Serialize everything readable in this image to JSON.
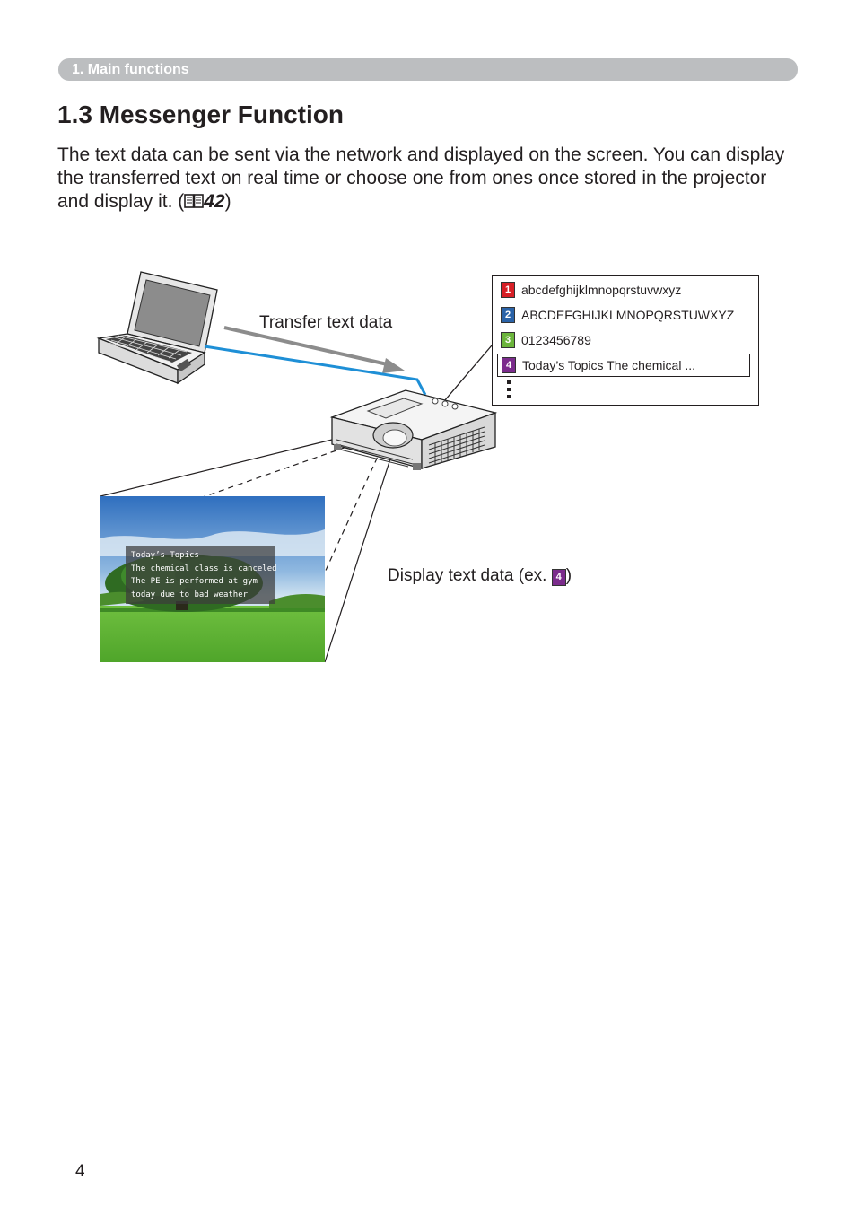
{
  "header": {
    "section_label": "1. Main functions"
  },
  "title": "1.3 Messenger Function",
  "intro": {
    "text": "The text data can be sent via the network and displayed on the screen. You can display the transferred text on real time or choose one from ones once stored in the projector and display it. (",
    "ref_page": "42",
    "close": ")"
  },
  "diagram": {
    "transfer_label": "Transfer text data",
    "display_label_prefix": "Display text data (ex. ",
    "display_label_suffix": ")",
    "display_example_number": "4",
    "stored_texts": [
      {
        "number": "1",
        "text": "abcdefghijklmnopqrstuvwxyz",
        "color": "#d71f26"
      },
      {
        "number": "2",
        "text": "ABCDEFGHIJKLMNOPQRSTUWXYZ",
        "color": "#2a63a8"
      },
      {
        "number": "3",
        "text": "0123456789",
        "color": "#6bb53b"
      },
      {
        "number": "4",
        "text": "Today’s Topics The chemical ...",
        "color": "#7b2c8c"
      }
    ],
    "screen_text_lines": [
      "Today’s Topics",
      "The chemical class is canceled",
      "The PE is performed at gym",
      "today due to bad weather"
    ],
    "colors": {
      "network_line": "#1e8fd6",
      "arrow": "#8c8c8c",
      "section_bar": "#bcbec0"
    }
  },
  "page_number": "4"
}
